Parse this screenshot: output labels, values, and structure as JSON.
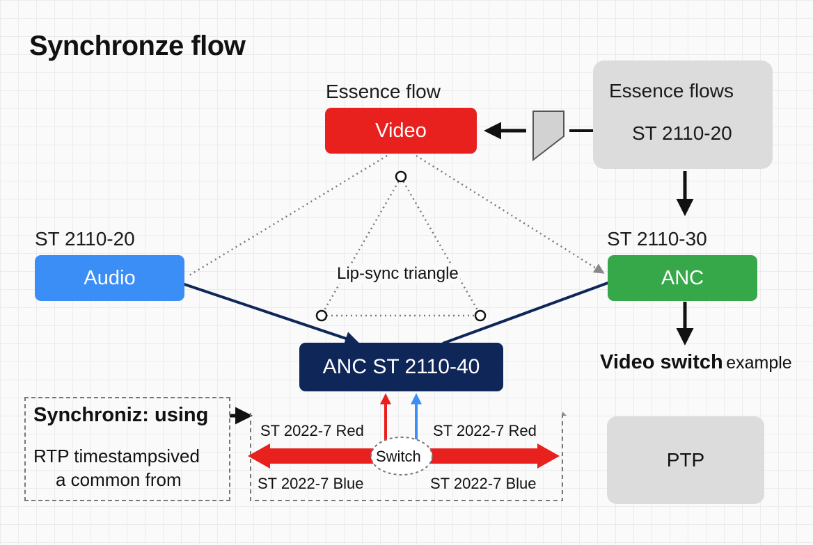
{
  "title": "Synchronze flow",
  "essence_flow_label": "Essence flow",
  "video": {
    "label": "Video",
    "color": "#e8211f"
  },
  "essence_flows": {
    "title": "Essence flows",
    "standard": "ST 2110-20"
  },
  "audio": {
    "standard": "ST 2110-20",
    "label": "Audio",
    "color": "#3a8ef5"
  },
  "anc_right": {
    "standard": "ST 2110-30",
    "label": "ANC",
    "color": "#36a84a"
  },
  "lip_sync_label": "Lip-sync triangle",
  "anc_center": {
    "label": "ANC ST 2110-40",
    "color": "#0f2659"
  },
  "video_switch": {
    "bold": "Video switch",
    "light": "example"
  },
  "synchronize": {
    "heading": "Synchroniz: using",
    "line1": "RTP timestampsived",
    "line2": "a common from"
  },
  "switch_area": {
    "red_left": "ST 2022-7 Red",
    "red_right": "ST 2022-7 Red",
    "blue_left": "ST 2022-7 Blue",
    "blue_right": "ST 2022-7 Blue",
    "switch_label": "Switch"
  },
  "ptp": {
    "label": "PTP"
  },
  "colors": {
    "red_arrow": "#e8211f",
    "blue_arrow": "#3a8ef5",
    "navy": "#0f2659"
  }
}
